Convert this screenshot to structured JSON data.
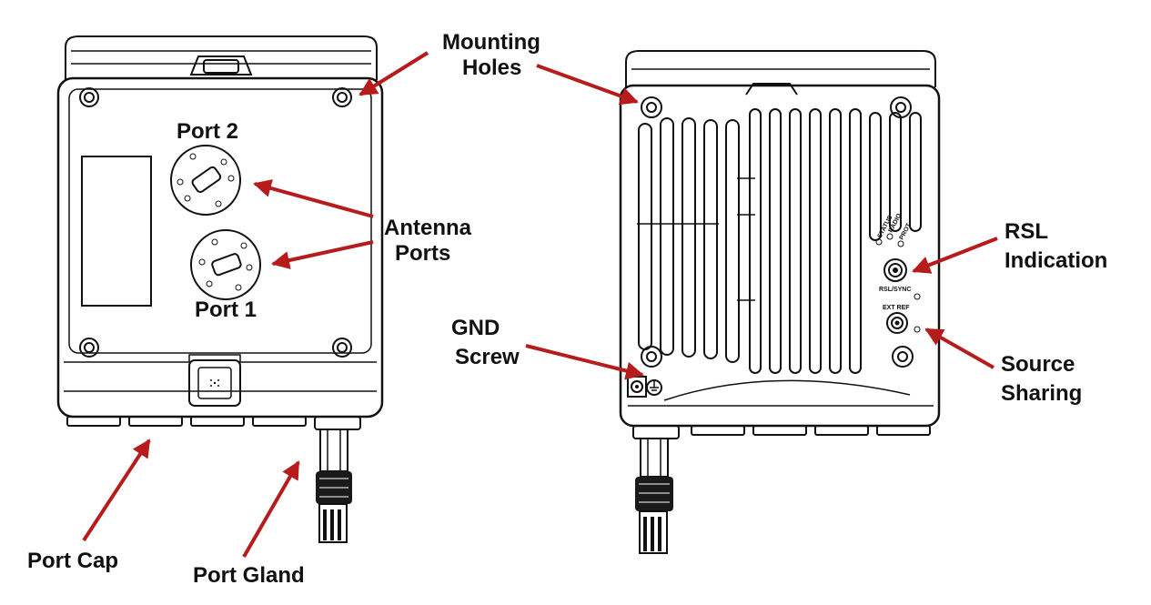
{
  "colors": {
    "arrow": "#b71c1c",
    "line": "#111111",
    "background": "#ffffff"
  },
  "labels": {
    "mounting_holes": [
      "Mounting",
      "Holes"
    ],
    "port2": "Port 2",
    "port1": "Port 1",
    "antenna_ports": [
      "Antenna",
      "Ports"
    ],
    "rsl": [
      "RSL",
      "Indication"
    ],
    "gnd": [
      "GND",
      "Screw"
    ],
    "source_sharing": [
      "Source",
      "Sharing"
    ],
    "port_cap": "Port Cap",
    "port_gland": "Port Gland"
  },
  "panel_text": {
    "status": "STATUS",
    "radio": "RADIO",
    "prot": "PROT",
    "rsl_sync": "RSL/SYNC",
    "ext_ref": "EXT REF"
  },
  "icons": {
    "ground": "ground-symbol-icon",
    "speaker": "speaker-grille-icon"
  }
}
